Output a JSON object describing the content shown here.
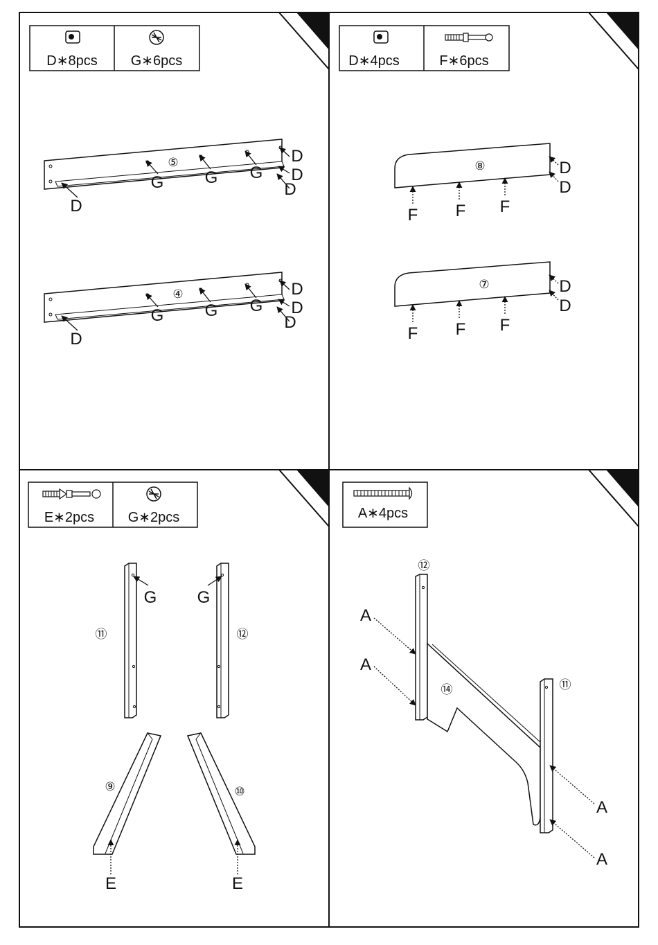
{
  "panels": [
    {
      "parts": [
        {
          "icon": "cam-dowel-d-icon",
          "label": "D∗8pcs"
        },
        {
          "icon": "cam-lock-g-icon",
          "label": "G∗6pcs"
        }
      ],
      "rails": [
        {
          "number": "⑤",
          "labels": {
            "g": "G",
            "d": "D"
          }
        },
        {
          "number": "④",
          "labels": {
            "g": "G",
            "d": "D"
          }
        }
      ]
    },
    {
      "parts": [
        {
          "icon": "cam-dowel-d-icon",
          "label": "D∗4pcs"
        },
        {
          "icon": "cam-bolt-f-icon",
          "label": "F∗6pcs"
        }
      ],
      "boards": [
        {
          "number": "⑧",
          "labels": {
            "f": "F",
            "d": "D"
          }
        },
        {
          "number": "⑦",
          "labels": {
            "f": "F",
            "d": "D"
          }
        }
      ]
    },
    {
      "parts": [
        {
          "icon": "cam-bolt-e-icon",
          "label": "E∗2pcs"
        },
        {
          "icon": "cam-lock-g-icon",
          "label": "G∗2pcs"
        }
      ],
      "posts": [
        {
          "number": "⑪",
          "label": "G"
        },
        {
          "number": "⑫",
          "label": "G"
        }
      ],
      "braces": [
        {
          "number": "⑨",
          "label": "E"
        },
        {
          "number": "⑩",
          "label": "E"
        }
      ]
    },
    {
      "parts": [
        {
          "icon": "screw-a-icon",
          "label": "A∗4pcs"
        }
      ],
      "assembly": {
        "post_left_number": "⑫",
        "post_right_number": "⑪",
        "panel_number": "⑭",
        "screw_label": "A"
      }
    }
  ]
}
